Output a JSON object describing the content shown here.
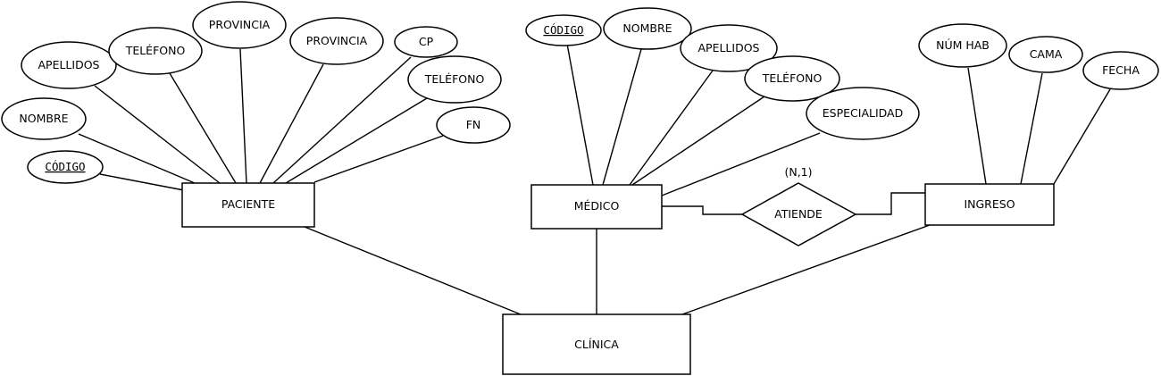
{
  "entities": {
    "paciente": "PACIENTE",
    "medico": "MÉDICO",
    "ingreso": "INGRESO",
    "clinica": "CLÍNICA"
  },
  "relationship": {
    "label": "ATIENDE",
    "cardinality": "(N,1)"
  },
  "paciente_attributes": {
    "codigo": "CÓDIGO",
    "nombre": "NOMBRE",
    "apellidos": "APELLIDOS",
    "telefono_1": "TELÉFONO",
    "provincia_1": "PROVINCIA",
    "provincia_2": "PROVINCIA",
    "cp": "CP",
    "telefono_2": "TELÉFONO",
    "fn": "FN"
  },
  "medico_attributes": {
    "codigo": "CÓDIGO",
    "nombre": "NOMBRE",
    "apellidos": "APELLIDOS",
    "telefono": "TELÉFONO",
    "especialidad": "ESPECIALIDAD"
  },
  "ingreso_attributes": {
    "num_hab": "NÚM HAB",
    "cama": "CAMA",
    "fecha": "FECHA"
  }
}
